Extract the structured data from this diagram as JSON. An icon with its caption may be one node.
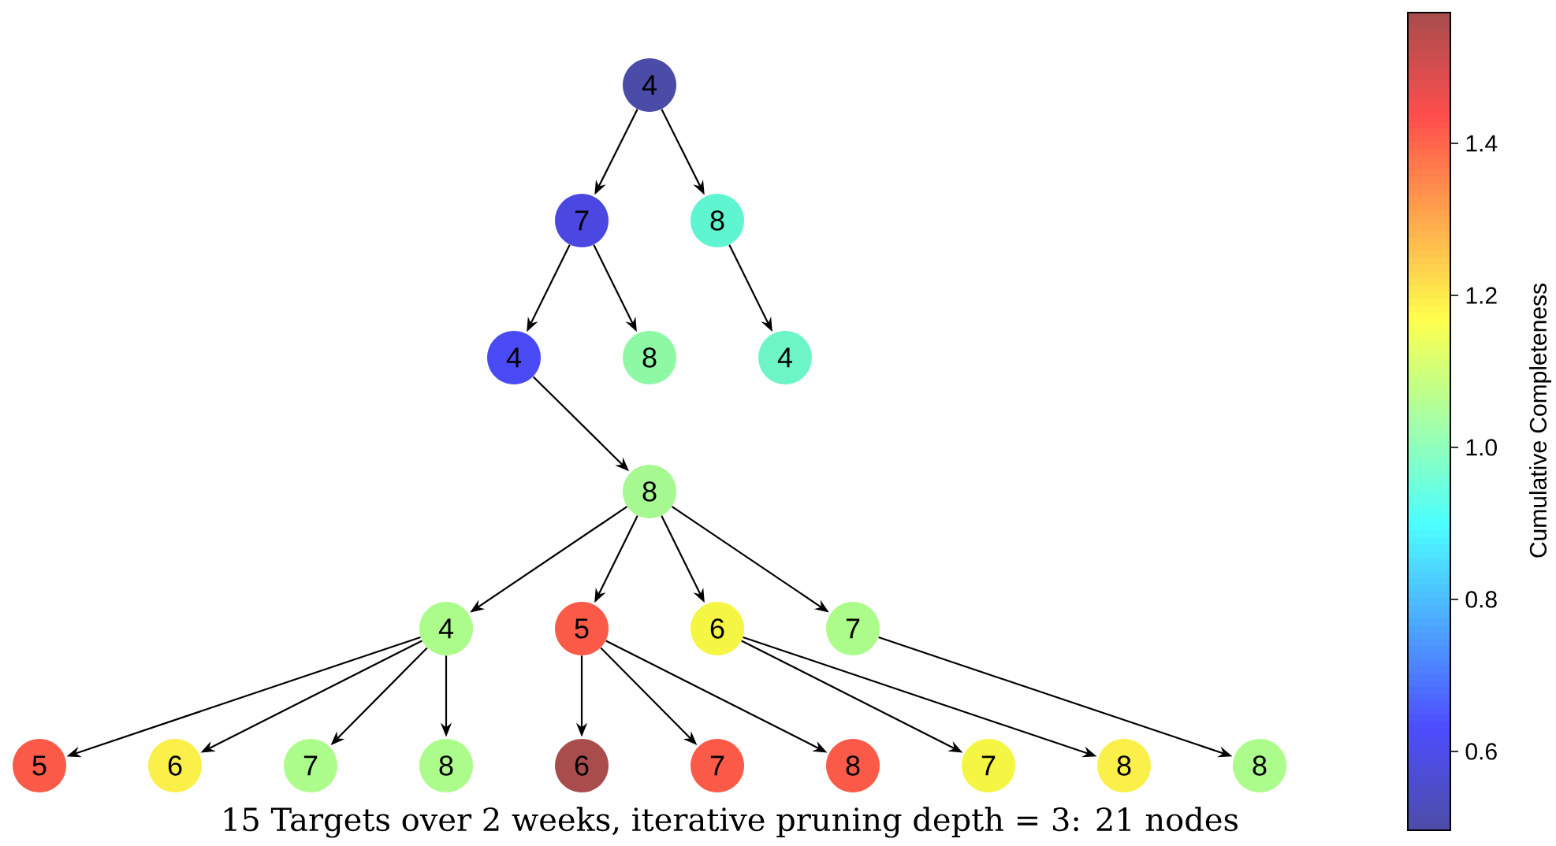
{
  "diagram": {
    "caption": "15 Targets over 2 weeks, iterative pruning depth = 3: 21 nodes",
    "nodes": [
      {
        "text": [
          "4"
        ]
      },
      {
        "text": [
          "7"
        ]
      },
      {
        "text": [
          "8"
        ]
      },
      {
        "text": [
          "4"
        ]
      },
      {
        "text": [
          "8"
        ]
      },
      {
        "text": [
          "4"
        ]
      },
      {
        "text": [
          "8"
        ]
      },
      {
        "text": [
          "4"
        ]
      },
      {
        "text": [
          "5"
        ]
      },
      {
        "text": [
          "6"
        ]
      },
      {
        "text": [
          "7"
        ]
      },
      {
        "text": [
          "5"
        ]
      },
      {
        "text": [
          "6"
        ]
      },
      {
        "text": [
          "7"
        ]
      },
      {
        "text": [
          "8"
        ]
      },
      {
        "text": [
          "6"
        ]
      },
      {
        "text": [
          "7"
        ]
      },
      {
        "text": [
          "8"
        ]
      },
      {
        "text": [
          "7"
        ]
      },
      {
        "text": [
          "8"
        ]
      },
      {
        "text": [
          "8"
        ]
      }
    ],
    "edges": [
      {
        "from": 0,
        "to": 1,
        "arrow": "to"
      },
      {
        "from": 0,
        "to": 2,
        "arrow": "to"
      },
      {
        "from": 1,
        "to": 3,
        "arrow": "to"
      },
      {
        "from": 1,
        "to": 4,
        "arrow": "to"
      },
      {
        "from": 2,
        "to": 5,
        "arrow": "to"
      },
      {
        "from": 3,
        "to": 6,
        "arrow": "to"
      },
      {
        "from": 6,
        "to": 7,
        "arrow": "to"
      },
      {
        "from": 6,
        "to": 8,
        "arrow": "to"
      },
      {
        "from": 6,
        "to": 9,
        "arrow": "to"
      },
      {
        "from": 6,
        "to": 10,
        "arrow": "to"
      },
      {
        "from": 7,
        "to": 11,
        "arrow": "to"
      },
      {
        "from": 7,
        "to": 12,
        "arrow": "to"
      },
      {
        "from": 7,
        "to": 13,
        "arrow": "to"
      },
      {
        "from": 7,
        "to": 14,
        "arrow": "to"
      },
      {
        "from": 8,
        "to": 15,
        "arrow": "to"
      },
      {
        "from": 8,
        "to": 16,
        "arrow": "to"
      },
      {
        "from": 8,
        "to": 17,
        "arrow": "to"
      },
      {
        "from": 9,
        "to": 18,
        "arrow": "to"
      },
      {
        "from": 9,
        "to": 19,
        "arrow": "to"
      },
      {
        "from": 10,
        "to": 20,
        "arrow": "to"
      }
    ],
    "labels": [
      "1.4",
      "1.2",
      "1.0",
      "0.8",
      "0.6",
      "Cumulative Completeness"
    ]
  }
}
